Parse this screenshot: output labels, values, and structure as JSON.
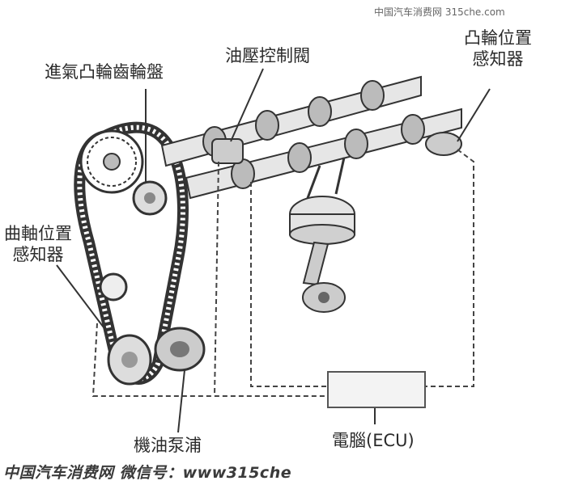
{
  "watermark": "中国汽车消费网 315che.com",
  "labels": {
    "intake_cam_gear": "進氣凸輪齒輪盤",
    "oil_control_valve": "油壓控制閥",
    "cam_position_sensor_l1": "凸輪位置",
    "cam_position_sensor_l2": "感知器",
    "crank_position_sensor_l1": "曲軸位置",
    "crank_position_sensor_l2": "感知器",
    "oil_pump": "機油泵浦",
    "ecu": "電腦(ECU)"
  },
  "footer": "中国汽车消费网 微信号：www315che"
}
